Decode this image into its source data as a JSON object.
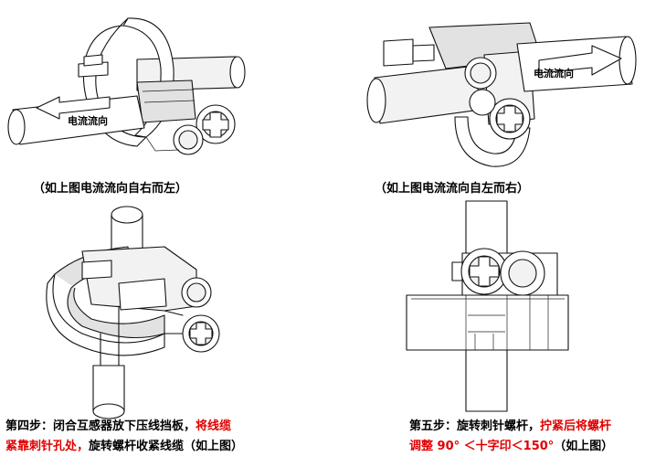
{
  "figures": {
    "fig1": {
      "arrow_label": "电流流向",
      "caption": "（如上图电流流向自右而左）"
    },
    "fig2": {
      "arrow_label": "电流流向",
      "caption": "（如上图电流流向自左而右）"
    }
  },
  "steps": {
    "step4": {
      "line1_black": "第四步：闭合互感器放下压线挡板，",
      "line1_red": "将线缆",
      "line2_red": "紧靠刺针孔处，",
      "line2_black": "旋转螺杆收紧线缆（如上图）"
    },
    "step5": {
      "line1_black": "第五步：旋转刺针螺杆，",
      "line1_red": "拧紧后将螺杆",
      "line2_red": "调整 90°  ＜十字印＜150°",
      "line2_black": "（如上图）"
    }
  },
  "colors": {
    "emphasis": "#e00000",
    "text": "#000000"
  }
}
